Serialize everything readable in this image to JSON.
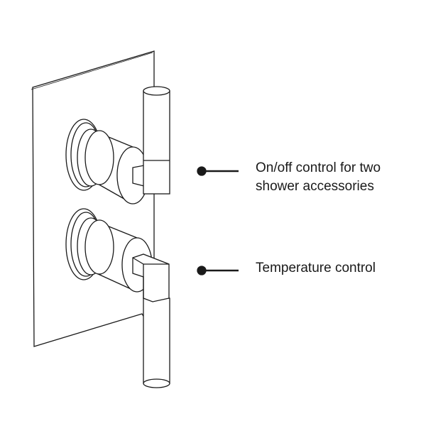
{
  "callouts": [
    {
      "lines": [
        "On/off control for two",
        "shower accessories"
      ]
    },
    {
      "lines": [
        "Temperature control"
      ]
    }
  ],
  "colors": {
    "line": "#1a1a1a",
    "background": "#ffffff"
  }
}
